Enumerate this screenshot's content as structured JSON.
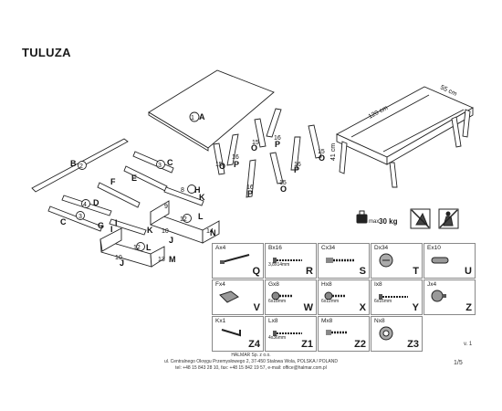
{
  "title": "TULUZA",
  "product_dims": {
    "length": "120 cm",
    "width": "55 cm",
    "height": "41 cm"
  },
  "weight": {
    "prefix": "max.",
    "value": "30 kg"
  },
  "part_labels": {
    "A": "A",
    "B": "B",
    "C": "C",
    "D": "D",
    "E": "E",
    "F": "F",
    "G": "G",
    "H": "H",
    "I": "I",
    "J": "J",
    "K": "K",
    "L": "L",
    "M": "M",
    "N": "N",
    "O": "O",
    "P": "P"
  },
  "part_numbers": [
    "1",
    "2",
    "3",
    "4",
    "5",
    "6",
    "7",
    "8",
    "9",
    "10",
    "11",
    "12",
    "13",
    "14",
    "15",
    "16"
  ],
  "hardware": [
    {
      "qty": "Ax4",
      "spec": "",
      "letter": "Q",
      "icon": "cam-bolt"
    },
    {
      "qty": "Bx16",
      "spec": "3,8x14mm",
      "letter": "R",
      "icon": "screw"
    },
    {
      "qty": "Cx34",
      "spec": "",
      "letter": "S",
      "icon": "cam-pin"
    },
    {
      "qty": "Dx34",
      "spec": "",
      "letter": "T",
      "icon": "cam-lock"
    },
    {
      "qty": "Ex10",
      "spec": "",
      "letter": "U",
      "icon": "dowel"
    },
    {
      "qty": "Fx4",
      "spec": "",
      "letter": "V",
      "icon": "plate"
    },
    {
      "qty": "Gx8",
      "spec": "6x18mm",
      "letter": "W",
      "icon": "bolt"
    },
    {
      "qty": "Hx8",
      "spec": "6x12mm",
      "letter": "X",
      "icon": "bolt"
    },
    {
      "qty": "Ix8",
      "spec": "6x16mm",
      "letter": "Y",
      "icon": "screw"
    },
    {
      "qty": "Jx4",
      "spec": "",
      "letter": "Z",
      "icon": "knob"
    },
    {
      "qty": "Kx1",
      "spec": "",
      "letter": "Z4",
      "icon": "allen-key"
    },
    {
      "qty": "Lx8",
      "spec": "4x36mm",
      "letter": "Z1",
      "icon": "screw"
    },
    {
      "qty": "Mx8",
      "spec": "",
      "letter": "Z2",
      "icon": "connector"
    },
    {
      "qty": "Nx8",
      "spec": "",
      "letter": "Z3",
      "icon": "nut"
    }
  ],
  "version": "v. 1",
  "page_number": "1/5",
  "footer": [
    "HALMAR Sp. z o.o.",
    "ul. Centralnego Okręgu Przemysłowego 2, 37-450 Stalowa Wola, POLSKA / POLAND",
    "tel: +48 15 843 28 10, fax: +48 15 842 19 57, e-mail: office@halmar.com.pl"
  ],
  "icons": {
    "weight": "weight-icon",
    "no_moisture": "no-moisture-icon",
    "no_standing": "no-standing-icon"
  }
}
